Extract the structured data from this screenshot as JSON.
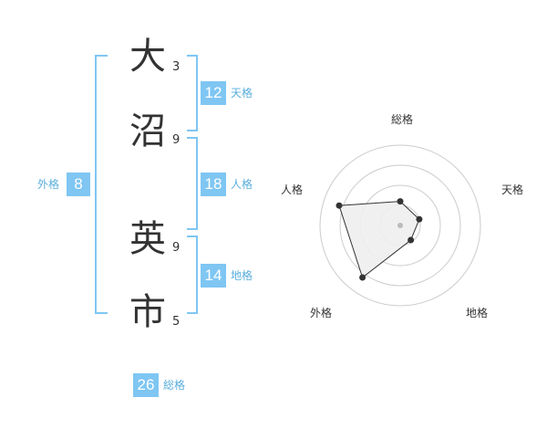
{
  "name": {
    "chars": [
      {
        "char": "大",
        "strokes": "3"
      },
      {
        "char": "沼",
        "strokes": "9"
      },
      {
        "char": "英",
        "strokes": "9"
      },
      {
        "char": "市",
        "strokes": "5"
      }
    ]
  },
  "fortunes": {
    "tenkaku": {
      "value": "12",
      "label": "天格"
    },
    "jinkaku": {
      "value": "18",
      "label": "人格"
    },
    "chikaku": {
      "value": "14",
      "label": "地格"
    },
    "gaikaku": {
      "value": "8",
      "label": "外格"
    },
    "soukaku": {
      "value": "26",
      "label": "総格"
    }
  },
  "colors": {
    "accent": "#7fc6f3",
    "accent_text": "#5aaedc",
    "radar_fill": "#eeeeee",
    "radar_grid": "#cccccc",
    "point": "#333333"
  },
  "chart_data": {
    "type": "radar",
    "axes": [
      "総格",
      "天格",
      "地格",
      "外格",
      "人格"
    ],
    "rings": 4,
    "max": 4,
    "values": [
      1.2,
      1.0,
      0.9,
      3.2,
      3.2
    ]
  }
}
